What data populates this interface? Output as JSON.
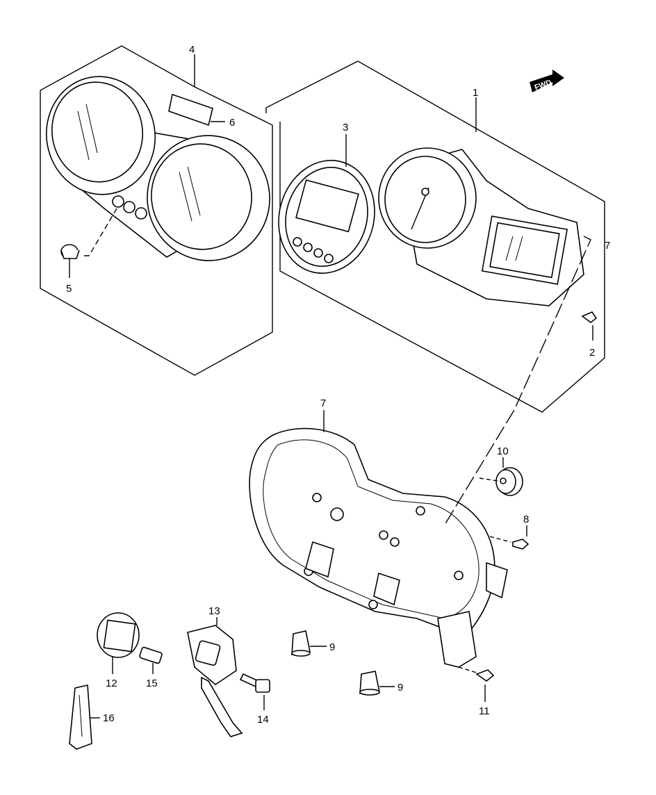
{
  "diagram": {
    "fwd_badge": "FWD",
    "callouts": [
      {
        "id": "c1",
        "text": "1"
      },
      {
        "id": "c2",
        "text": "2"
      },
      {
        "id": "c3",
        "text": "3"
      },
      {
        "id": "c4",
        "text": "4"
      },
      {
        "id": "c5",
        "text": "5"
      },
      {
        "id": "c6",
        "text": "6"
      },
      {
        "id": "c7a",
        "text": "7"
      },
      {
        "id": "c7b",
        "text": "7"
      },
      {
        "id": "c8",
        "text": "8"
      },
      {
        "id": "c9a",
        "text": "9"
      },
      {
        "id": "c9b",
        "text": "9"
      },
      {
        "id": "c10",
        "text": "10"
      },
      {
        "id": "c11",
        "text": "11"
      },
      {
        "id": "c12",
        "text": "12"
      },
      {
        "id": "c13",
        "text": "13"
      },
      {
        "id": "c14",
        "text": "14"
      },
      {
        "id": "c15",
        "text": "15"
      },
      {
        "id": "c16",
        "text": "16"
      }
    ]
  }
}
